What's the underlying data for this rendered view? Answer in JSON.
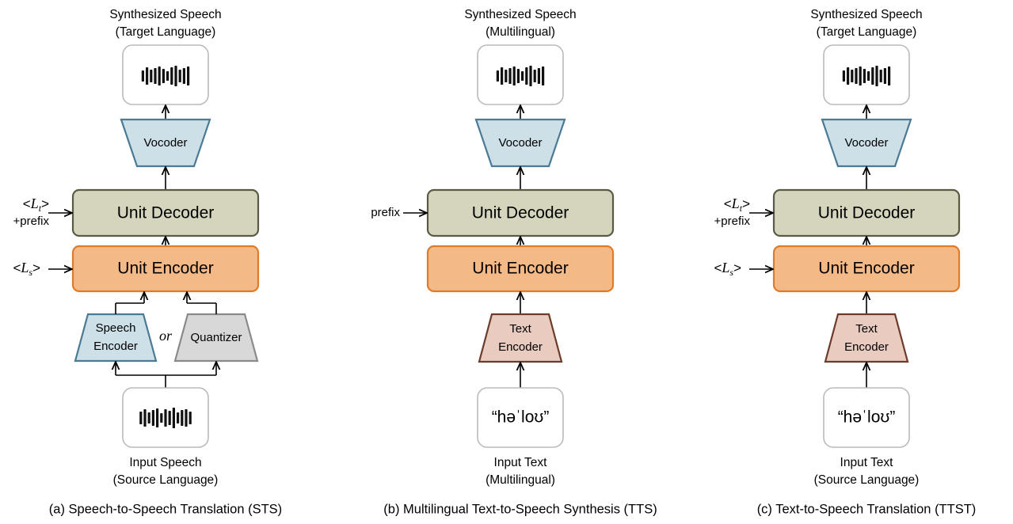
{
  "colors": {
    "speaker_box": "#ffffff",
    "speaker_border": "#bbbbbb",
    "vocoder_fill": "#cde0e8",
    "vocoder_border": "#4a7a94",
    "decoder_fill": "#d5d5bd",
    "decoder_border": "#5b5b45",
    "encoder_fill": "#f3b987",
    "encoder_border": "#e07b2a",
    "text_encoder_fill": "#eacbc0",
    "text_encoder_border": "#6d3b2a",
    "quantizer_fill": "#d8d8d8",
    "quantizer_border": "#8a8a8a"
  },
  "panels": [
    {
      "output_title": [
        "Synthesized Speech",
        "(Target Language)"
      ],
      "output_icon": "waveform-icon",
      "vocoder": "Vocoder",
      "decoder": "Unit Decoder",
      "decoder_input": [
        "<L_t>",
        "+prefix"
      ],
      "encoder": "Unit Encoder",
      "encoder_input": "<L_s>",
      "front_encoder": [
        "Speech",
        "Encoder"
      ],
      "or_text": "or",
      "quantizer": "Quantizer",
      "input_icon": "waveform-icon",
      "input_title": [
        "Input Speech",
        "(Source Language)"
      ],
      "caption": "(a) Speech-to-Speech Translation (STS)"
    },
    {
      "output_title": [
        "Synthesized Speech",
        "(Multilingual)"
      ],
      "output_icon": "waveform-icon",
      "vocoder": "Vocoder",
      "decoder": "Unit Decoder",
      "decoder_input": [
        "prefix"
      ],
      "encoder": "Unit Encoder",
      "front_encoder": [
        "Text",
        "Encoder"
      ],
      "input_text": "“həˈloʊ”",
      "input_title": [
        "Input Text",
        "(Multilingual)"
      ],
      "caption": "(b) Multilingual Text-to-Speech Synthesis (TTS)"
    },
    {
      "output_title": [
        "Synthesized Speech",
        "(Target Language)"
      ],
      "output_icon": "waveform-icon",
      "vocoder": "Vocoder",
      "decoder": "Unit Decoder",
      "decoder_input": [
        "<L_t>",
        "+prefix"
      ],
      "encoder": "Unit Encoder",
      "encoder_input": "<L_s>",
      "front_encoder": [
        "Text",
        "Encoder"
      ],
      "input_text": "“həˈloʊ”",
      "input_title": [
        "Input Text",
        "(Source Language)"
      ],
      "caption": "(c) Text-to-Speech Translation (TTST)"
    }
  ]
}
